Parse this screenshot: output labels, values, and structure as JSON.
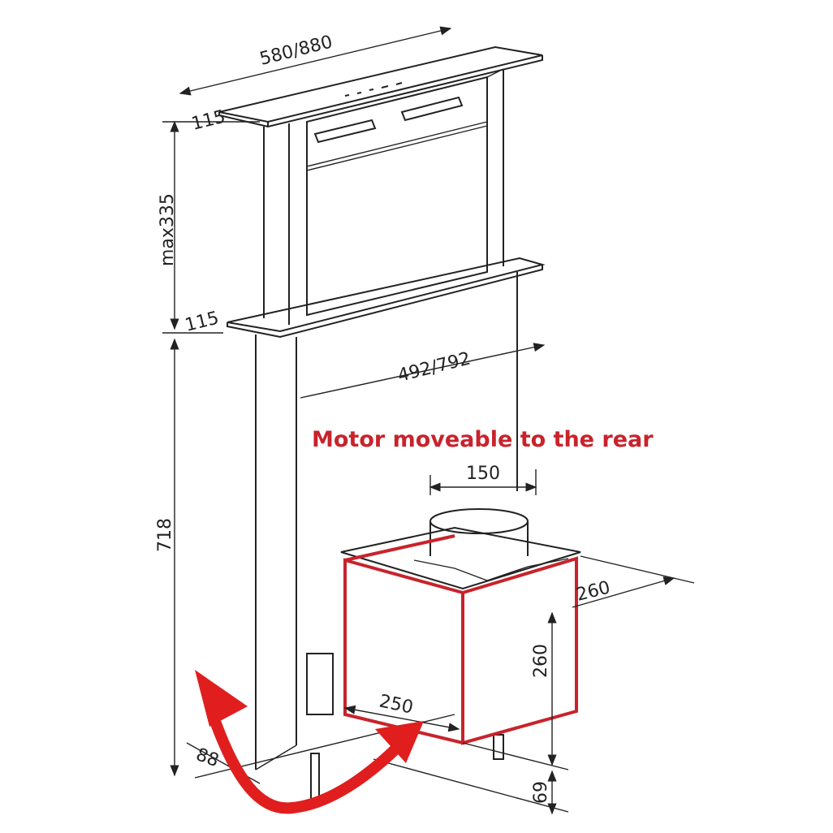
{
  "dimensions": {
    "top_width": "580/880",
    "top_depth": "115",
    "lift_height": "max335",
    "shelf_depth": "115",
    "inner_width": "492/792",
    "column_height": "718",
    "base_depth": "88",
    "duct_diameter": "150",
    "motor_depth": "260",
    "motor_height": "260",
    "motor_width": "250",
    "foot_height": "69"
  },
  "annotation": "Motor moveable to the rear",
  "colors": {
    "accent": "#c8232c",
    "line": "#222222"
  }
}
